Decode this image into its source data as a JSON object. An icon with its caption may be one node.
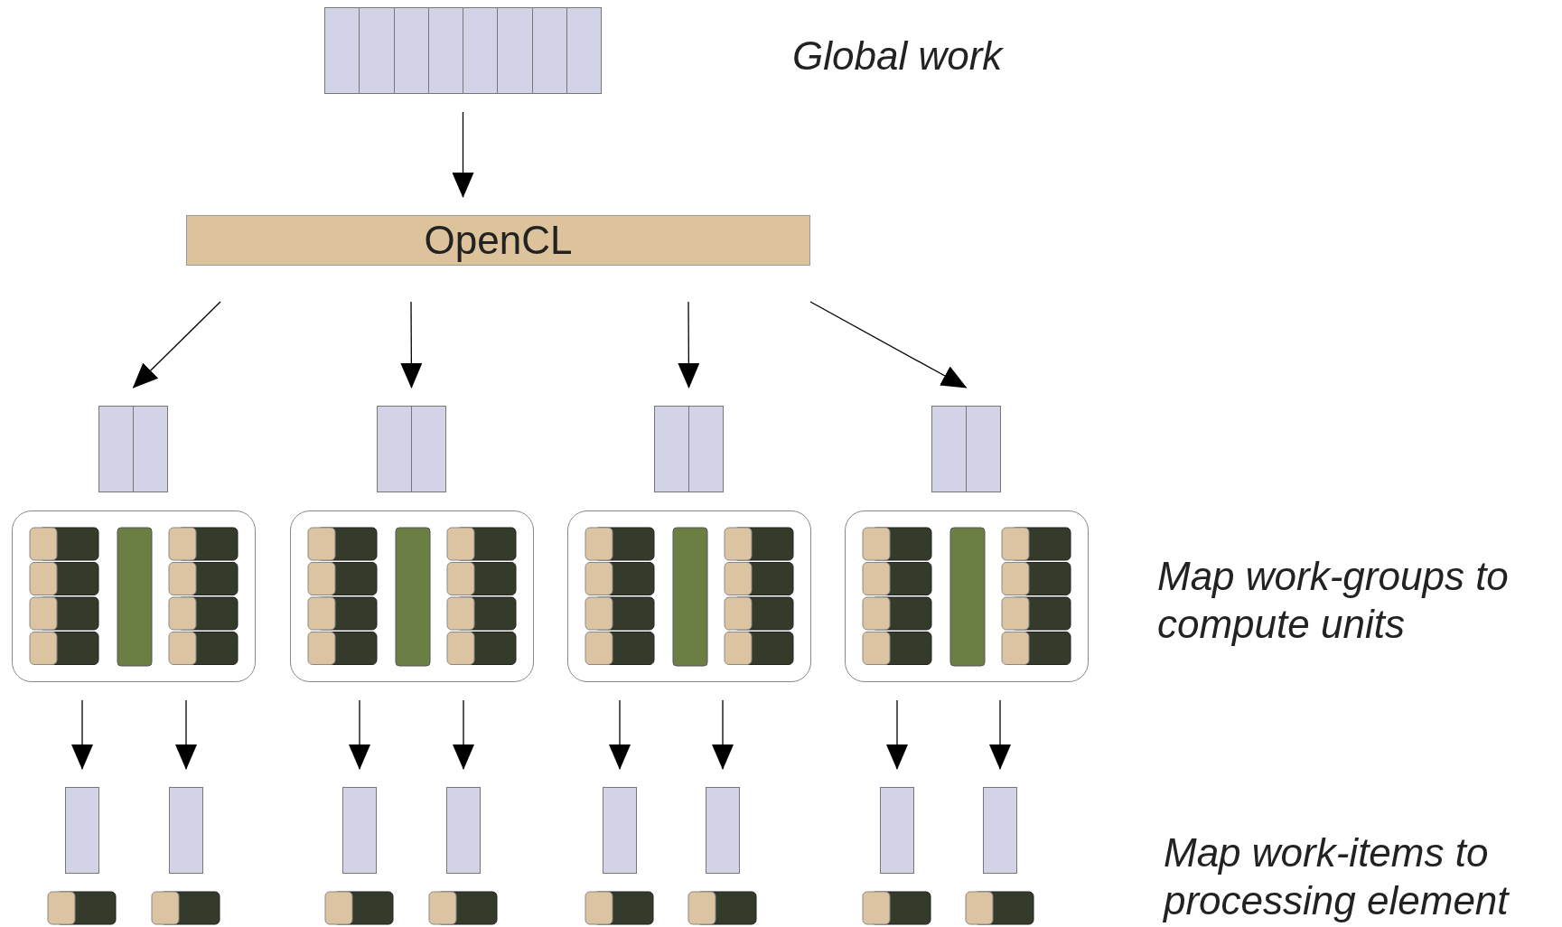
{
  "diagram": {
    "nodes": [
      {
        "text": [],
        "shape": "bar"
      },
      {
        "text": [
          "OpenCL"
        ]
      },
      {
        "text": [],
        "shape": "bar"
      },
      {
        "text": [],
        "shape": "bar"
      },
      {
        "text": [],
        "shape": "bar"
      },
      {
        "text": [],
        "shape": "bar"
      },
      {
        "text": [],
        "shape": "box"
      },
      {
        "text": [],
        "shape": "box"
      },
      {
        "text": [],
        "shape": "box"
      },
      {
        "text": [],
        "shape": "box"
      },
      {
        "text": [],
        "shape": "bar"
      },
      {
        "text": [],
        "shape": "bar"
      },
      {
        "text": [],
        "shape": "bar"
      },
      {
        "text": [],
        "shape": "bar"
      },
      {
        "text": [],
        "shape": "bar"
      },
      {
        "text": [],
        "shape": "bar"
      },
      {
        "text": [],
        "shape": "bar"
      },
      {
        "text": [],
        "shape": "bar"
      },
      {
        "text": [],
        "shape": "box"
      },
      {
        "text": [],
        "shape": "box"
      },
      {
        "text": [],
        "shape": "box"
      },
      {
        "text": [],
        "shape": "box"
      },
      {
        "text": [],
        "shape": "box"
      },
      {
        "text": [],
        "shape": "box"
      },
      {
        "text": [],
        "shape": "box"
      },
      {
        "text": [],
        "shape": "box"
      }
    ],
    "edges": [
      {
        "from": 0,
        "to": 1,
        "arrow": "to"
      },
      {
        "from": 1,
        "to": 2,
        "arrow": "to"
      },
      {
        "from": 1,
        "to": 3,
        "arrow": "to"
      },
      {
        "from": 1,
        "to": 4,
        "arrow": "to"
      },
      {
        "from": 1,
        "to": 5,
        "arrow": "to"
      },
      {
        "from": 6,
        "to": 10,
        "arrow": "to"
      },
      {
        "from": 6,
        "to": 11,
        "arrow": "to"
      },
      {
        "from": 7,
        "to": 12,
        "arrow": "to"
      },
      {
        "from": 7,
        "to": 13,
        "arrow": "to"
      },
      {
        "from": 8,
        "to": 14,
        "arrow": "to"
      },
      {
        "from": 8,
        "to": 15,
        "arrow": "to"
      },
      {
        "from": 9,
        "to": 16,
        "arrow": "to"
      },
      {
        "from": 9,
        "to": 17,
        "arrow": "to"
      }
    ],
    "labels": [
      "Global work",
      "Map work-groups to compute units",
      "Map work-items to processing element"
    ]
  }
}
